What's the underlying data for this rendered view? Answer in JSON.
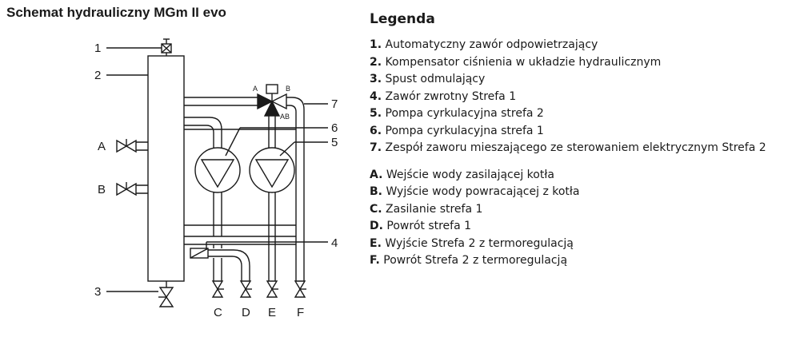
{
  "title": "Schemat hydrauliczny MGm II evo",
  "legend": {
    "title": "Legenda",
    "numbered": [
      {
        "key": "1.",
        "text": "Automatyczny zawór odpowietrzający"
      },
      {
        "key": "2.",
        "text": "Kompensator ciśnienia w układzie hydraulicznym"
      },
      {
        "key": "3.",
        "text": "Spust odmulający"
      },
      {
        "key": "4.",
        "text": "Zawór zwrotny Strefa 1"
      },
      {
        "key": "5.",
        "text": "Pompa cyrkulacyjna strefa 2"
      },
      {
        "key": "6.",
        "text": "Pompa cyrkulacyjna strefa 1"
      },
      {
        "key": "7.",
        "text": "Zespół zaworu mieszającego ze sterowaniem elektrycznym Strefa 2"
      }
    ],
    "lettered": [
      {
        "key": "A.",
        "text": "Wejście wody zasilającej kotła"
      },
      {
        "key": "B.",
        "text": "Wyjście wody powracającej z kotła"
      },
      {
        "key": "C.",
        "text": "Zasilanie strefa 1"
      },
      {
        "key": "D.",
        "text": "Powrót strefa 1"
      },
      {
        "key": "E.",
        "text": "Wyjście Strefa 2 z termoregulacją"
      },
      {
        "key": "F.",
        "text": "Powrót Strefa 2 z termoregulacją"
      }
    ]
  },
  "diagram": {
    "callouts": [
      "1",
      "2",
      "3",
      "4",
      "5",
      "6",
      "7"
    ],
    "connections": [
      "C",
      "D",
      "E",
      "F"
    ],
    "inlets": [
      "A",
      "B"
    ],
    "valve_ports": [
      "A",
      "B",
      "AB"
    ]
  }
}
